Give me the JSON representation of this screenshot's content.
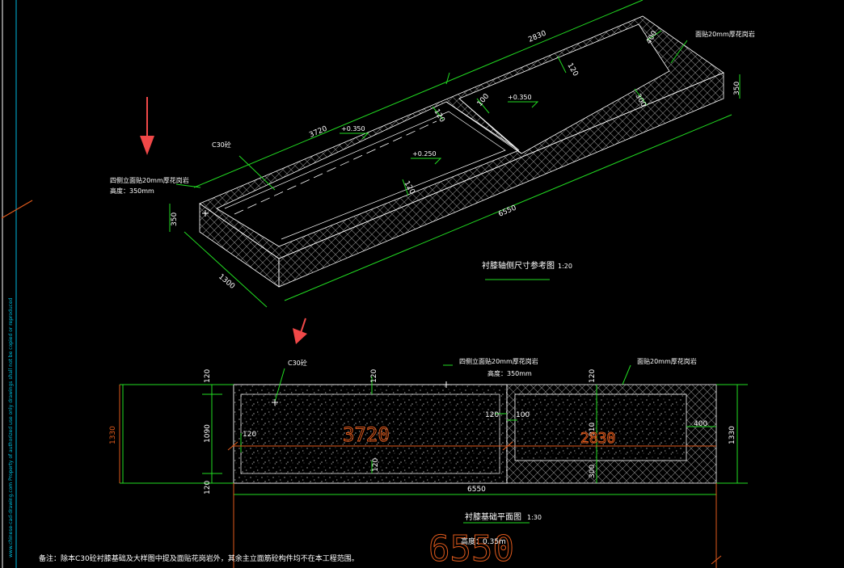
{
  "iso": {
    "dim_top": "2830",
    "dim_left_long": "3720",
    "dim_bottom_long": "6550",
    "dim_width": "1300",
    "dim_height_left": "350",
    "dim_height_right": "350",
    "dim_400": "400",
    "dim_120_a": "120",
    "dim_120_b": "120",
    "dim_120_c": "120",
    "dim_100": "100",
    "dim_300": "300",
    "elev_left": "+0.350",
    "elev_right": "+0.350",
    "elev_center": "+0.250",
    "label_c30": "C30砼",
    "label_side_1": "四侧立面贴20mm厚花岗岩",
    "label_side_2": "高度：350mm",
    "label_top": "面贴20mm厚花岗岩",
    "title": "衬膝轴侧尺寸参考图",
    "scale": "1:20"
  },
  "plan": {
    "label_c30": "C30砼",
    "label_side_1": "四侧立面贴20mm厚花岗岩",
    "label_side_2": "高度：350mm",
    "label_top": "面贴20mm厚花岗岩",
    "dim_1330_left": "1330",
    "dim_1330_right": "1330",
    "dim_1090": "1090",
    "dim_120_top": "120",
    "dim_120_bottom": "120",
    "dim_120_inner_top": "120",
    "dim_120_inner_left": "120",
    "dim_120_inner_mid": "120",
    "dim_120_inner_bottom": "120",
    "dim_120_right_top": "120",
    "dim_100": "100",
    "dim_910": "910",
    "dim_300": "300",
    "dim_400": "400",
    "dim_6550": "6550",
    "big_3720": "3720",
    "big_2830": "2830",
    "big_6550": "6550",
    "title": "衬膝基础平面图",
    "scale": "1:30",
    "height_note": "高度：0.35m"
  },
  "note": "备注：除本C30砼衬膝基础及大样图中提及面贴花岗岩外，其余主立面筋砼构件均不在本工程范围。",
  "side_strip_text": "www.chinese-cad-drawing.com  Property of authorized use only  drawings shall not be copied or reproduced"
}
